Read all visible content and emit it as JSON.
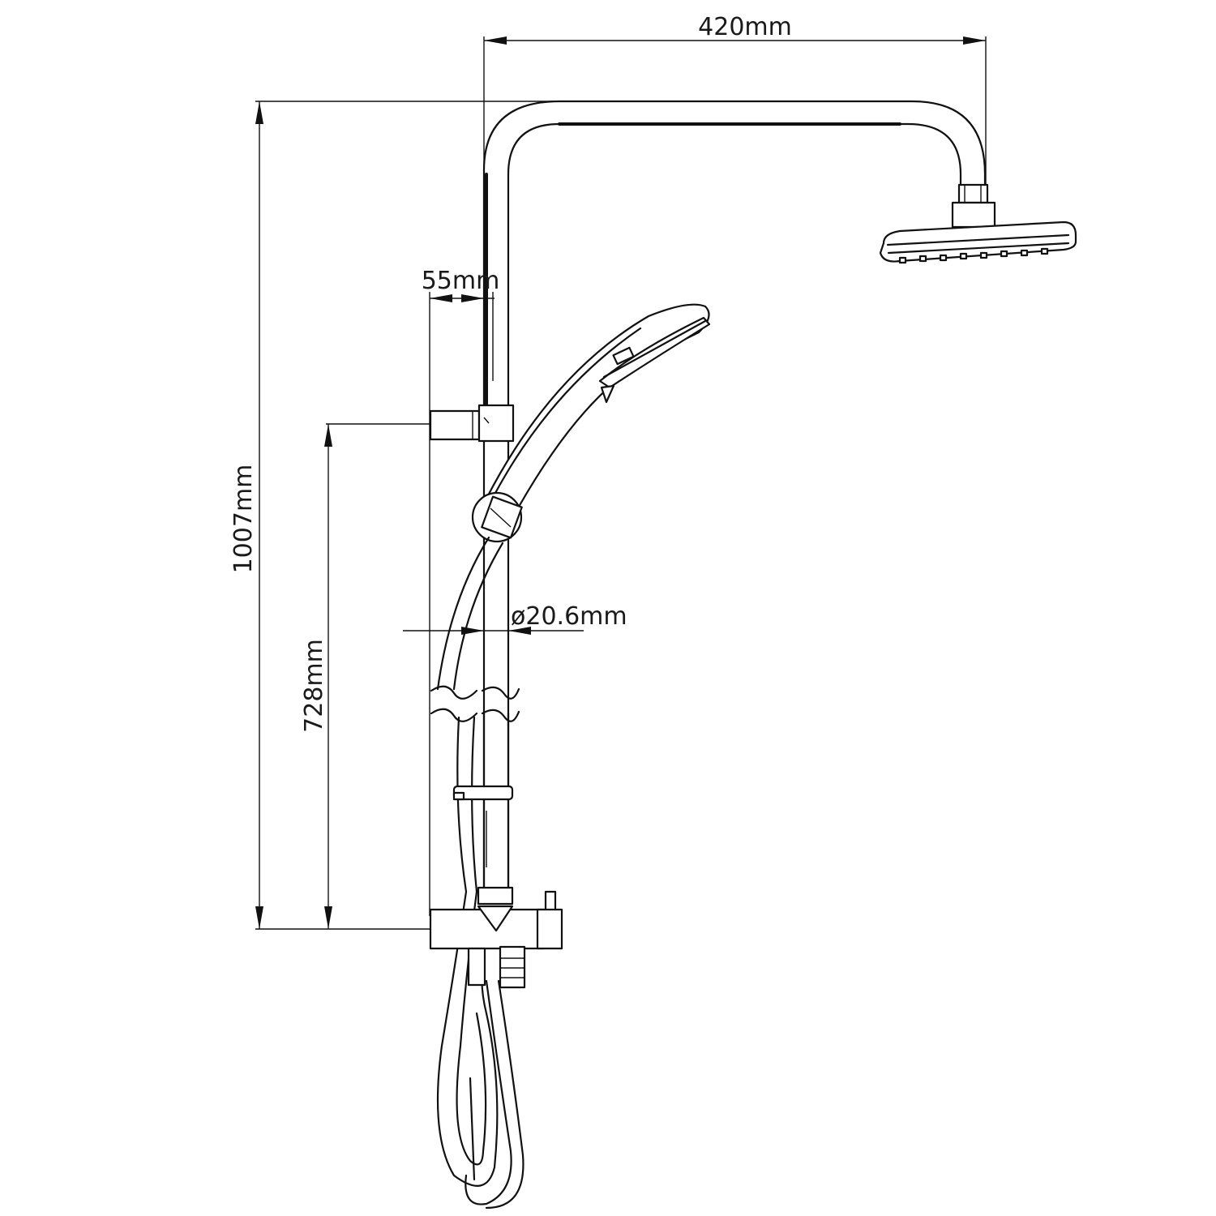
{
  "dimensions": {
    "arm_width": "420mm",
    "total_height": "1007mm",
    "offset": "55mm",
    "holder_height": "728mm",
    "rail_diameter": "ø20.6mm"
  }
}
